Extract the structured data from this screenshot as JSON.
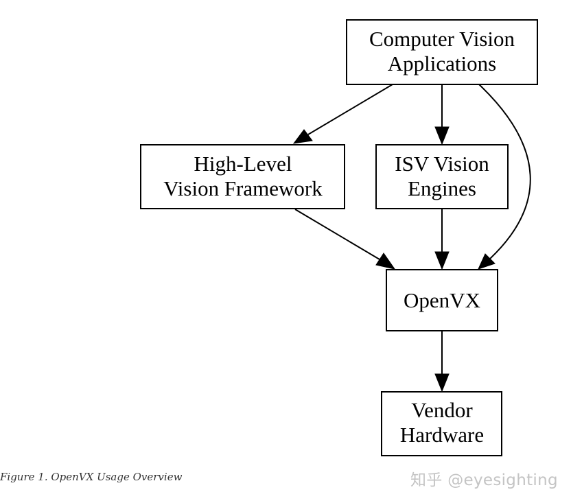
{
  "nodes": {
    "cv_apps": {
      "line1": "Computer Vision",
      "line2": "Applications"
    },
    "high_level": {
      "line1": "High-Level",
      "line2": "Vision Framework"
    },
    "isv": {
      "line1": "ISV Vision",
      "line2": "Engines"
    },
    "openvx": {
      "label": "OpenVX"
    },
    "vendor": {
      "line1": "Vendor",
      "line2": "Hardware"
    }
  },
  "edges": [
    {
      "from": "Computer Vision Applications",
      "to": "High-Level Vision Framework"
    },
    {
      "from": "Computer Vision Applications",
      "to": "ISV Vision Engines"
    },
    {
      "from": "Computer Vision Applications",
      "to": "OpenVX"
    },
    {
      "from": "High-Level Vision Framework",
      "to": "OpenVX"
    },
    {
      "from": "ISV Vision Engines",
      "to": "OpenVX"
    },
    {
      "from": "OpenVX",
      "to": "Vendor Hardware"
    }
  ],
  "caption": "Figure 1. OpenVX Usage Overview",
  "watermark": "知乎 @eyesighting"
}
